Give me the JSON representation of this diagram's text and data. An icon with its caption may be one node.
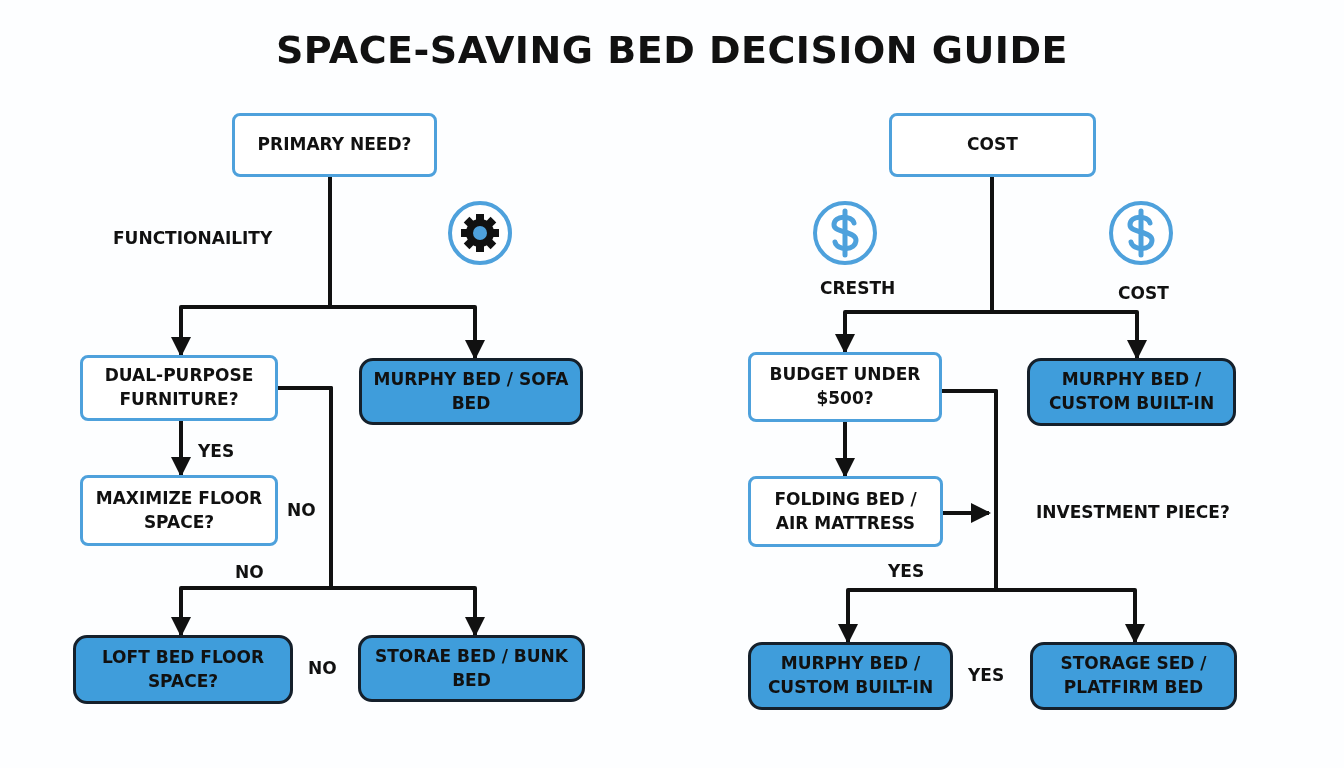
{
  "diagram": {
    "title": "SPACE-SAVING BED DECISION GUIDE",
    "nodes": [
      {
        "text": [
          "PRIMARY NEED?"
        ]
      },
      {
        "text": [
          "DUAL-PURPOSE FURNITURE?"
        ]
      },
      {
        "text": [
          "MURPHY BED / SOFA BED"
        ]
      },
      {
        "text": [
          "MAXIMIZE FLOOR SPACE?"
        ]
      },
      {
        "text": [
          "LOFT BED FLOOR SPACE?"
        ]
      },
      {
        "text": [
          "STORAE BED / BUNK BED"
        ]
      },
      {
        "text": [
          "COST"
        ]
      },
      {
        "text": [
          "BUDGET UNDER $500?"
        ]
      },
      {
        "text": [
          "MURPHY BED / CUSTOM BUILT-IN"
        ]
      },
      {
        "text": [
          "FOLDING BED / AIR MATTRESS"
        ]
      },
      {
        "text": [
          "MURPHY BED / CUSTOM BUILT-IN"
        ]
      },
      {
        "text": [
          "STORAGE SED / PLATFIRM BED"
        ]
      }
    ],
    "edges": [
      {
        "from": 0,
        "to": 1,
        "arrow": "to"
      },
      {
        "from": 0,
        "to": 2,
        "arrow": "to"
      },
      {
        "from": 1,
        "to": 3,
        "arrow": "to"
      },
      {
        "from": 1,
        "to": 4,
        "arrow": "to"
      },
      {
        "from": 1,
        "to": 5,
        "arrow": "to"
      },
      {
        "from": 6,
        "to": 7,
        "arrow": "to"
      },
      {
        "from": 6,
        "to": 8,
        "arrow": "to"
      },
      {
        "from": 7,
        "to": 9,
        "arrow": "to"
      },
      {
        "from": 7,
        "to": 10,
        "arrow": "to"
      },
      {
        "from": 7,
        "to": 11,
        "arrow": "to"
      },
      {
        "from": 9,
        "to": null,
        "arrow": "to"
      }
    ],
    "labels": [
      "FUNCTIONAILITY",
      "YES",
      "NO",
      "NO",
      "NO",
      "CRESTH",
      "COST",
      "INVESTMENT PIECE?",
      "YES",
      "YES"
    ]
  }
}
